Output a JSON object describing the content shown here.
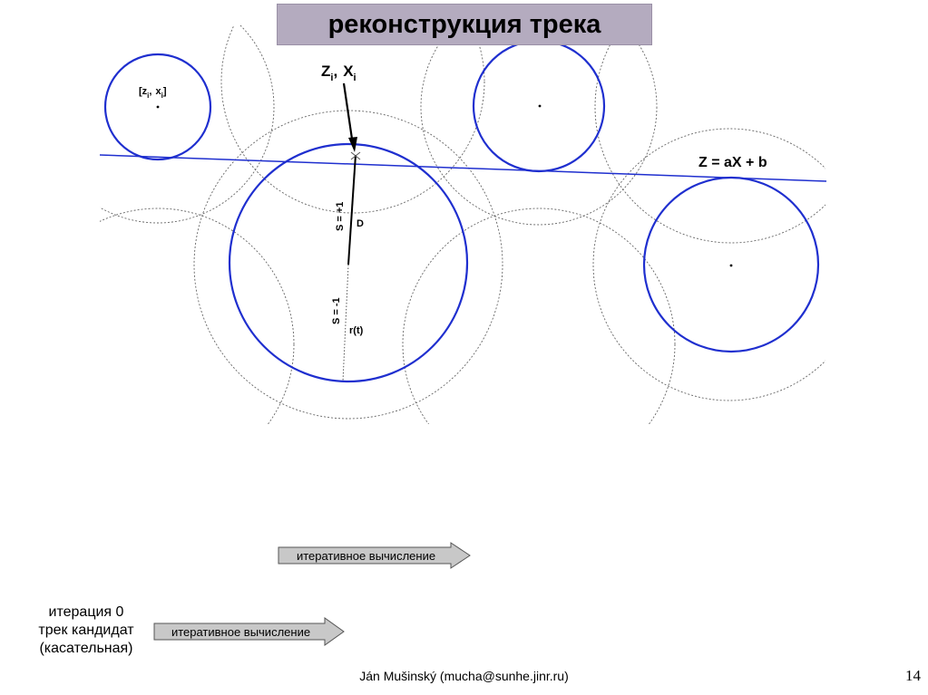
{
  "title": "реконструкция трека",
  "labels": {
    "hit_label": "Z",
    "hit_label_sub": "i",
    "hit_label_sep": ",",
    "hit_label_x": "X",
    "hit_label_x_sub": "i",
    "tube_center_open": "[z",
    "tube_center_sub_z": "i",
    "tube_center_comma": ",",
    "tube_center_x": "x",
    "tube_center_sub_x": "i",
    "tube_center_close": "]",
    "line_eq": "Z = aX + b",
    "s_plus": "S = +1",
    "s_minus": "S = -1",
    "d_label": "D",
    "r_label": "r(t)"
  },
  "arrows": {
    "top_label": "итеративное вычисление",
    "bottom_label": "итеративное вычисление"
  },
  "iteration": {
    "line1": "итерация 0",
    "line2": "трек кандидат",
    "line3": "(касательная)"
  },
  "footer": {
    "author": "Ján Mušinský (mucha@sunhe.jinr.ru)",
    "page": "14"
  },
  "colors": {
    "circle": "#1f2fcf",
    "line": "#1f2fcf",
    "dashed": "#666666",
    "title_bg": "#b4abbf",
    "arrow_fill": "#c8c8c8"
  }
}
